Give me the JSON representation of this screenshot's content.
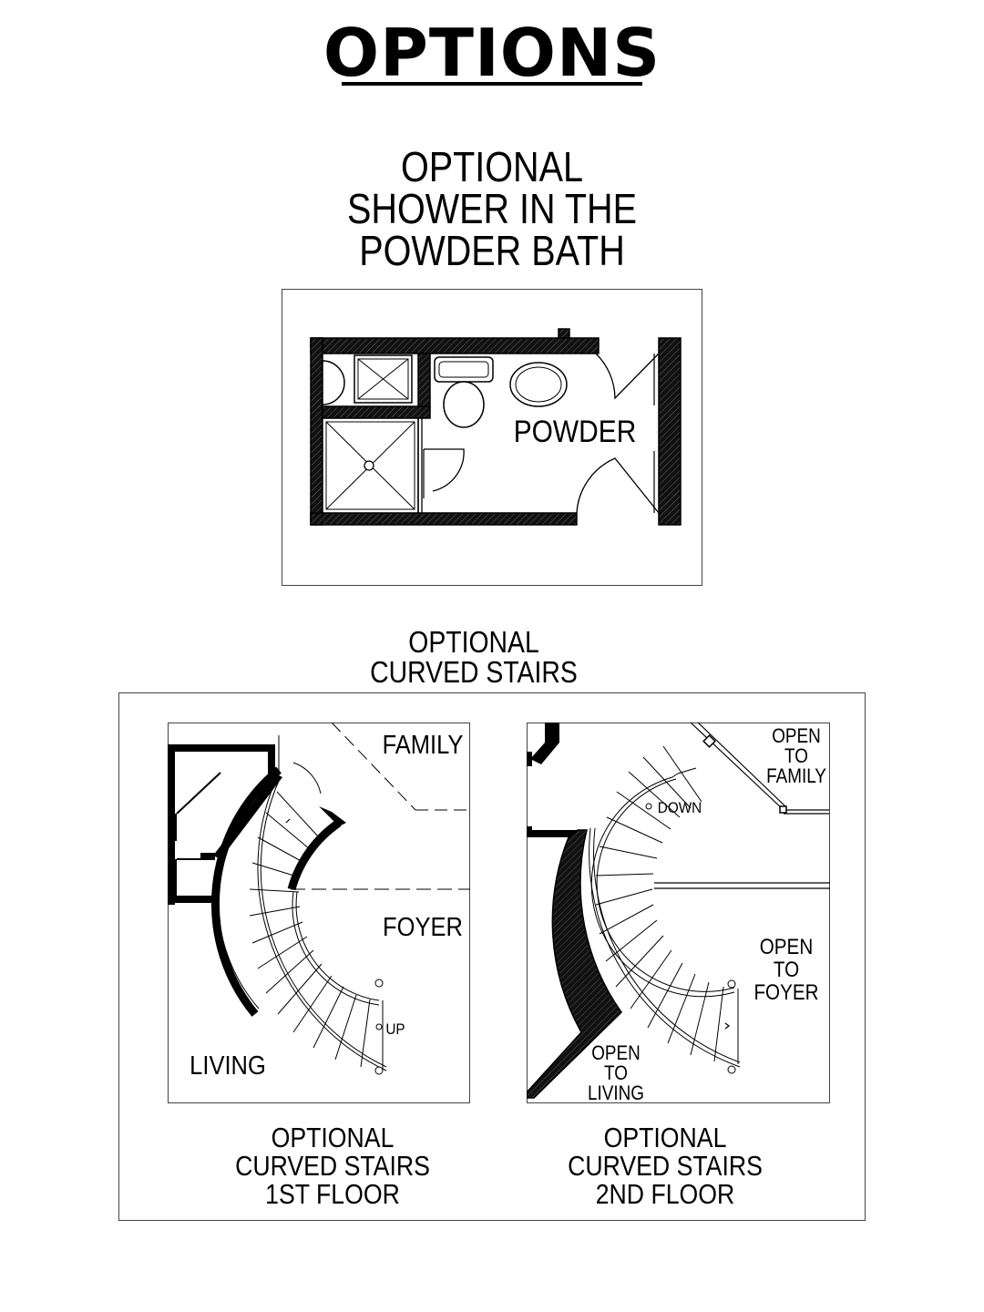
{
  "title": "OPTIONS",
  "shower_option": {
    "heading": [
      "OPTIONAL",
      "SHOWER IN THE",
      "POWDER BATH"
    ],
    "room_label": "POWDER"
  },
  "stairs_option": {
    "heading": [
      "OPTIONAL",
      "CURVED STAIRS"
    ],
    "first_floor": {
      "labels": {
        "family": "FAMILY",
        "foyer": "FOYER",
        "living": "LIVING",
        "up": "UP"
      },
      "caption": [
        "OPTIONAL",
        "CURVED STAIRS",
        "1ST FLOOR"
      ]
    },
    "second_floor": {
      "labels": {
        "down": "DOWN",
        "open_to_family": [
          "OPEN",
          "TO",
          "FAMILY"
        ],
        "open_to_foyer": [
          "OPEN",
          "TO",
          "FOYER"
        ],
        "open_to_living": [
          "OPEN",
          "TO",
          "LIVING"
        ]
      },
      "caption": [
        "OPTIONAL",
        "CURVED STAIRS",
        "2ND FLOOR"
      ]
    }
  }
}
